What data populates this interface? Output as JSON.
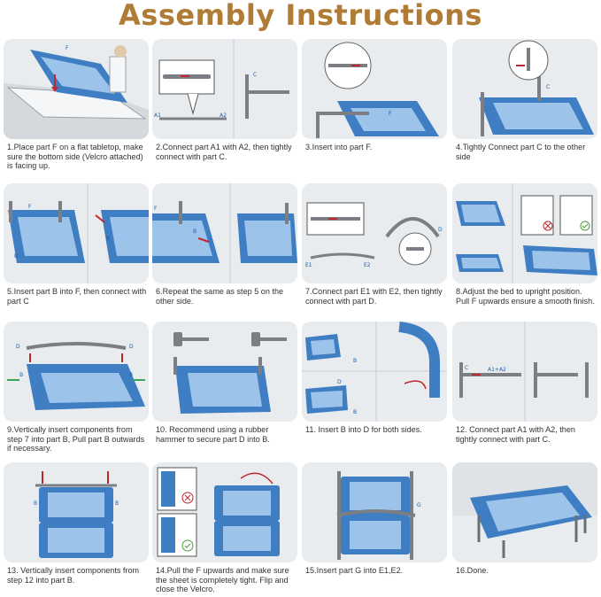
{
  "title": "Assembly Instructions",
  "colors": {
    "title": "#b07b35",
    "mat": "#3f7ec3",
    "mat_inner": "#9cc3ea",
    "frame": "#7b7f84",
    "panel_bg": "#e9ecef",
    "arrow": "#c0262c",
    "caption": "#333333"
  },
  "steps": [
    {
      "caption": "1.Place part F on a flat tabletop, make sure the bottom side (Velcro attached) is facing up.",
      "labels": [
        "F"
      ]
    },
    {
      "caption": "2.Connect part A1 with A2, then tightly connect with part C.",
      "labels": [
        "C",
        "A1",
        "A2"
      ]
    },
    {
      "caption": "3.Insert into part F.",
      "labels": [
        "F"
      ]
    },
    {
      "caption": "4.Tightly Connect part C to the other side",
      "labels": [
        "C"
      ]
    },
    {
      "caption": "5.Insert part B into F, then connect with part C",
      "labels": [
        "F",
        "B",
        "B"
      ]
    },
    {
      "caption": "6.Repeat the same as step 5 on the other side.",
      "labels": [
        "F",
        "B"
      ]
    },
    {
      "caption": "7.Connect part E1 with E2, then tightly connect with part D.",
      "labels": [
        "E1",
        "E2",
        "D"
      ]
    },
    {
      "caption": "8.Adjust the bed to upright position. Pull F upwards ensure a smooth finish.",
      "labels": []
    },
    {
      "caption": "9.Vertically insert components from step 7 into part B, Pull part B outwards if necessary.",
      "labels": [
        "D",
        "D",
        "B",
        "B"
      ]
    },
    {
      "caption": "10. Recommend using a rubber hammer to secure part D into B.",
      "labels": []
    },
    {
      "caption": "11. Insert B into D for both sides.",
      "labels": [
        "B",
        "D",
        "B"
      ]
    },
    {
      "caption": "12. Connect part A1 with A2, then tightly connect with part C.",
      "labels": [
        "C",
        "A1+A2"
      ]
    },
    {
      "caption": "13. Vertically insert components from step 12 into part B.",
      "labels": [
        "B",
        "B"
      ]
    },
    {
      "caption": "14.Pull the F upwards and make sure the sheet is completely tight. Flip and close the Velcro.",
      "labels": []
    },
    {
      "caption": "15.Insert part G into E1,E2.",
      "labels": [
        "G"
      ]
    },
    {
      "caption": "16.Done.",
      "labels": []
    }
  ]
}
